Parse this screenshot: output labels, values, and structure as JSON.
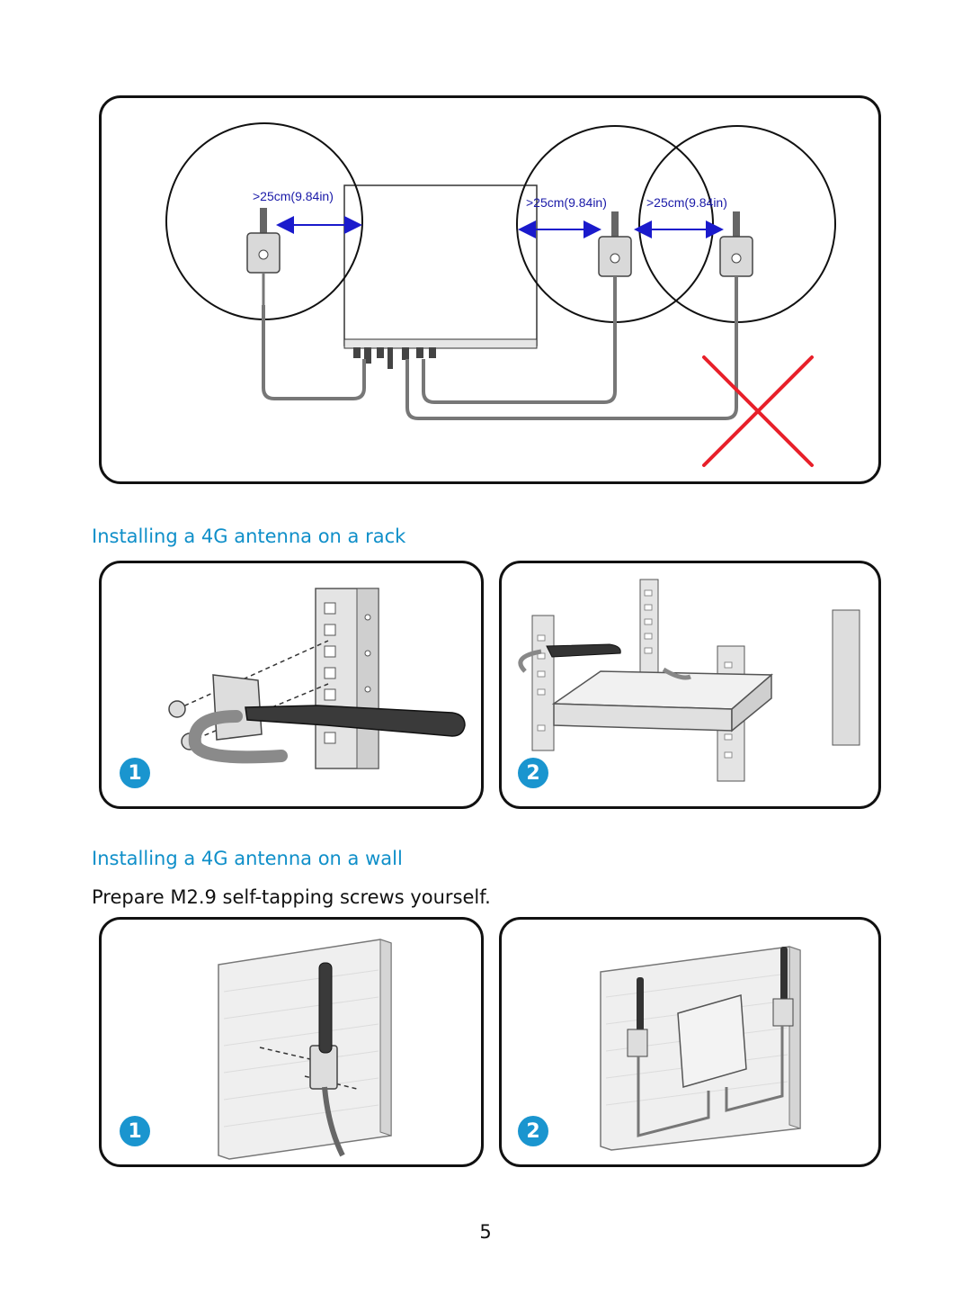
{
  "figure_top": {
    "distance_labels": [
      ">25cm(9.84in)",
      ">25cm(9.84in)",
      ">25cm(9.84in)"
    ],
    "incorrect_mark_color": "#e8202a",
    "arrow_color": "#1a1acc"
  },
  "rack_section": {
    "heading": "Installing a 4G antenna on a rack",
    "steps": [
      "1",
      "2"
    ]
  },
  "wall_section": {
    "heading": "Installing a 4G antenna on a wall",
    "note": "Prepare M2.9 self-tapping screws yourself.",
    "steps": [
      "1",
      "2"
    ]
  },
  "page_number": "5",
  "colors": {
    "heading": "#0f8fc9",
    "step_badge": "#1a95cf"
  }
}
